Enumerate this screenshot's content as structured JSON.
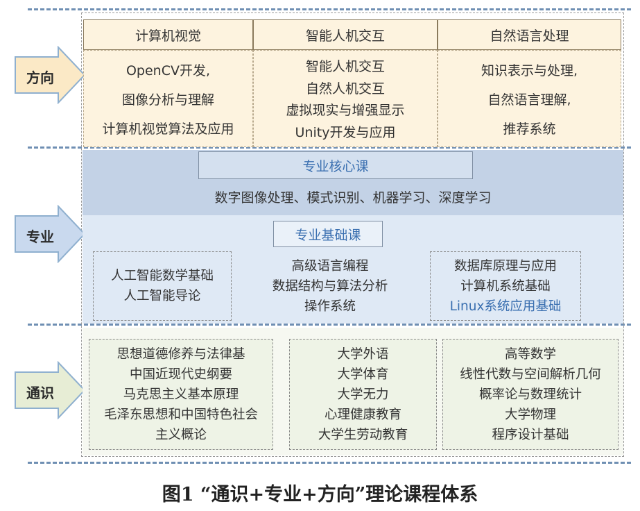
{
  "levels": {
    "direction": "方向",
    "major": "专业",
    "general": "通识"
  },
  "direction": {
    "columns": [
      {
        "title": "计算机视觉",
        "items": [
          "OpenCV开发,",
          "图像分析与理解",
          "计算机视觉算法及应用"
        ]
      },
      {
        "title": "智能人机交互",
        "items": [
          "智能人机交互",
          "自然人机交互",
          "虚拟现实与增强显示",
          "Unity开发与应用"
        ]
      },
      {
        "title": "自然语言处理",
        "items": [
          "知识表示与处理,",
          "自然语言理解,",
          "推荐系统"
        ]
      }
    ]
  },
  "major": {
    "core_title": "专业核心课",
    "core_courses": "数字图像处理、模式识别、机器学习、深度学习",
    "basic_title": "专业基础课",
    "basic_groups": [
      {
        "items": [
          "人工智能数学基础",
          "人工智能导论"
        ]
      },
      {
        "items": [
          "高级语言编程",
          "数据结构与算法分析",
          "操作系统"
        ]
      },
      {
        "items": [
          "数据库原理与应用",
          "计算机系统基础",
          "Linux系统应用基础"
        ]
      }
    ]
  },
  "general": {
    "groups": [
      {
        "items": [
          "思想道德修养与法律基",
          "中国近现代史纲要",
          "马克思主义基本原理",
          "毛泽东思想和中国特色社会",
          "主义概论"
        ]
      },
      {
        "items": [
          "大学外语",
          "大学体育",
          "大学无力",
          "心理健康教育",
          "大学生劳动教育"
        ]
      },
      {
        "items": [
          "高等数学",
          "线性代数与空间解析几何",
          "概率论与数理统计",
          "大学物理",
          "程序设计基础"
        ]
      }
    ]
  },
  "caption": "图1 “通识+专业+方向”理论课程体系",
  "colors": {
    "direction_bg": "#fdf3df",
    "core_band": "#c3d2e6",
    "basic_band": "#dfe9f5",
    "general_bg": "#eef3e6",
    "arrow_fill": "#e7edd5",
    "dash_line": "#6f8fb3",
    "link_text": "#3a6fb0"
  }
}
